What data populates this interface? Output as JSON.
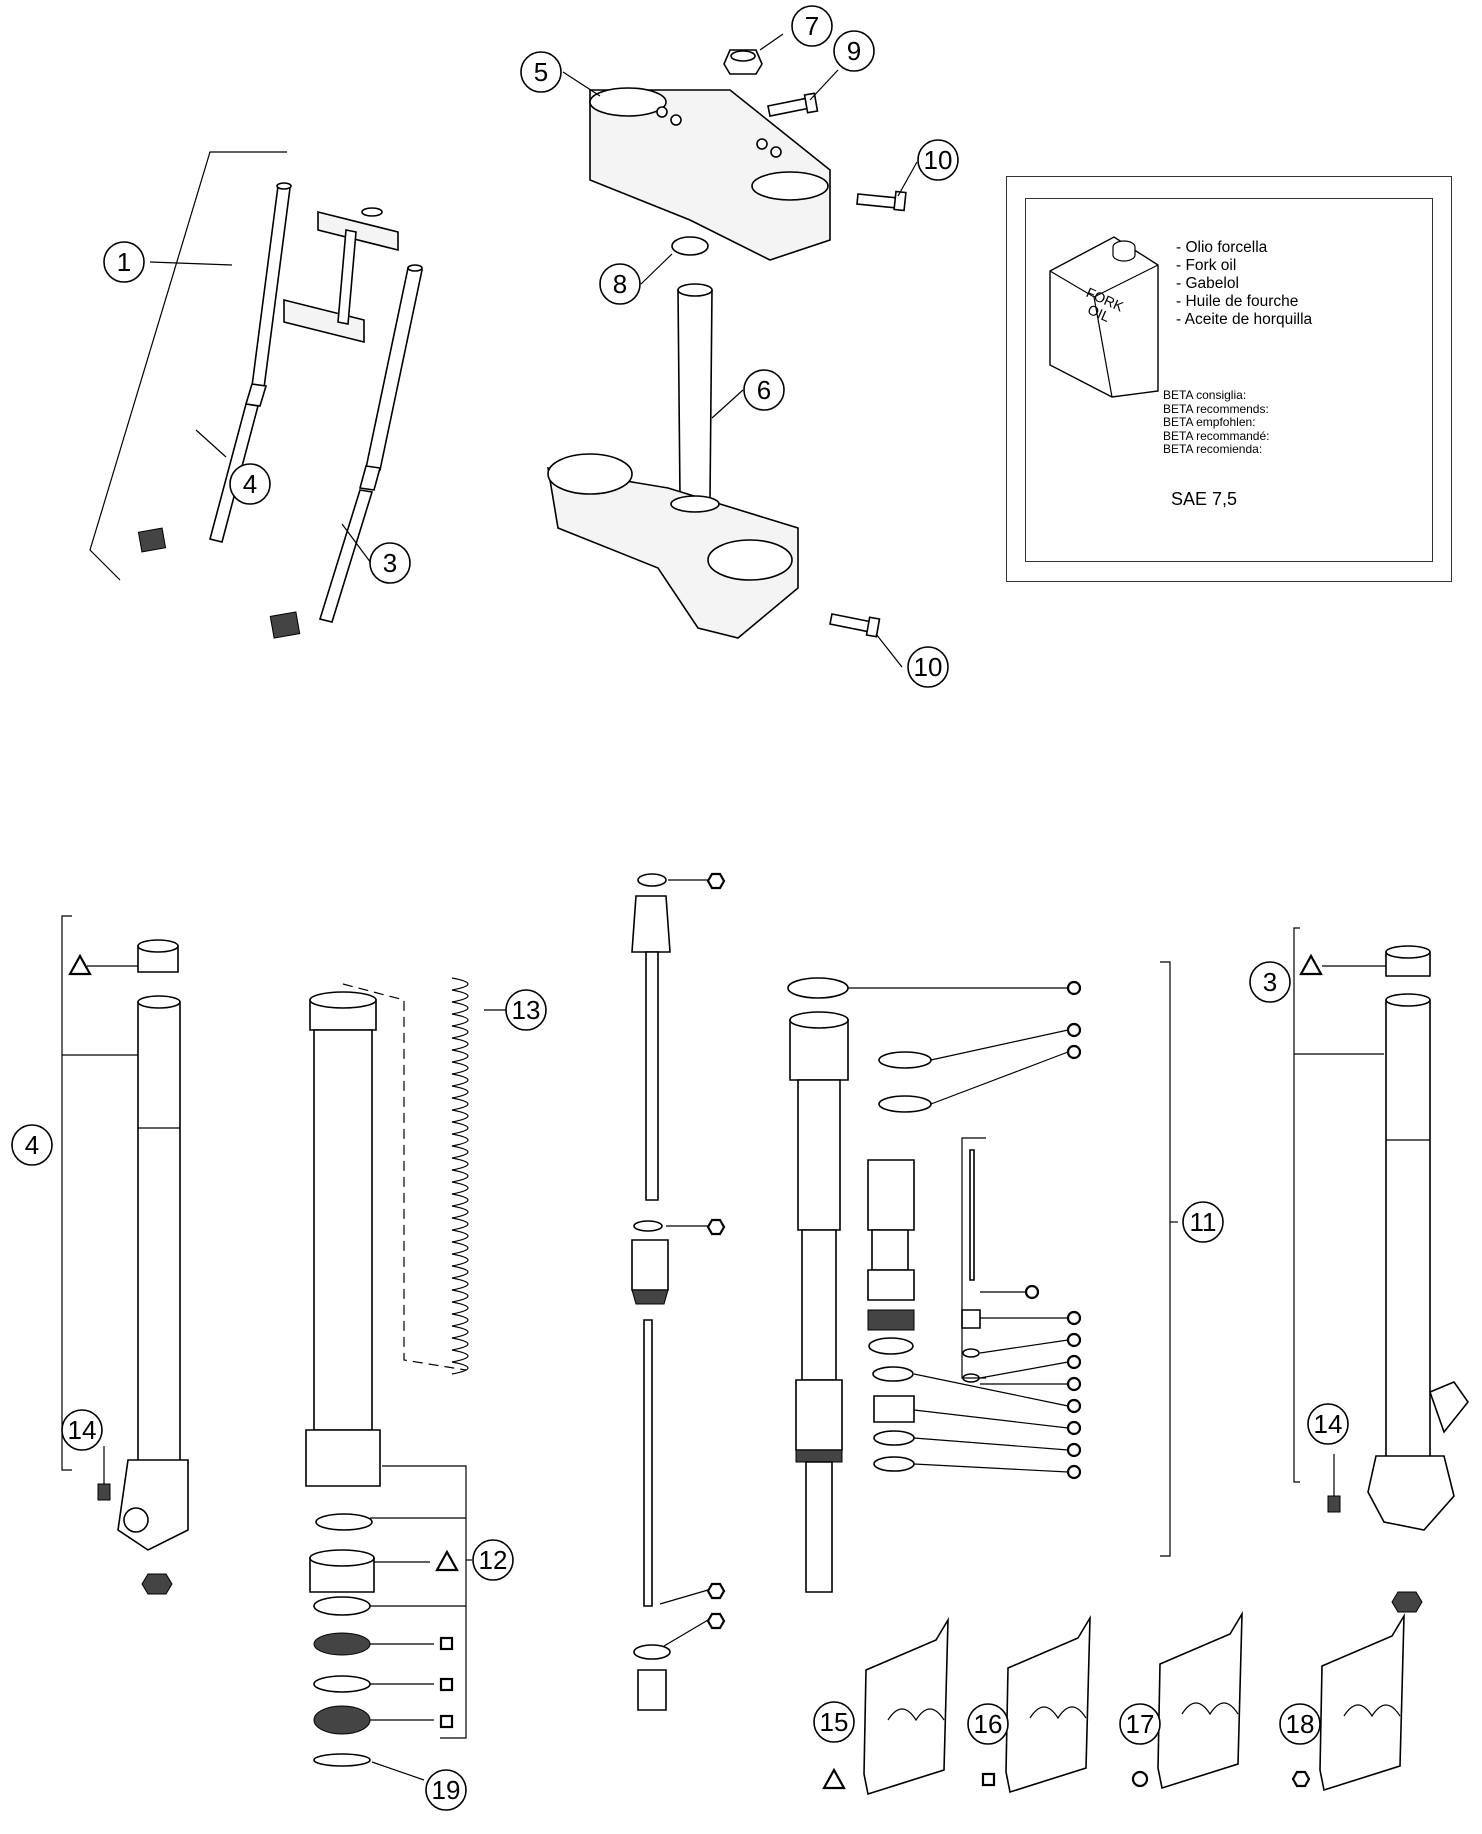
{
  "callouts": {
    "c1": "1",
    "c3a": "3",
    "c4a": "4",
    "c5": "5",
    "c6": "6",
    "c7": "7",
    "c8": "8",
    "c9": "9",
    "c10a": "10",
    "c10b": "10",
    "c4b": "4",
    "c3b": "3",
    "c11": "11",
    "c12": "12",
    "c13": "13",
    "c14a": "14",
    "c14b": "14",
    "c15": "15",
    "c16": "16",
    "c17": "17",
    "c18": "18",
    "c19": "19"
  },
  "oil_panel": {
    "can_label_line1": "FORK",
    "can_label_line2": "OIL",
    "names": [
      "- Olio forcella",
      "- Fork oil",
      "- Gabelol",
      "- Huile de fourche",
      "- Aceite de horquilla"
    ],
    "recommends": [
      "BETA consiglia:",
      "BETA recommends:",
      "BETA empfohlen:",
      "BETA recommandé:",
      "BETA recomienda:"
    ],
    "grade": "SAE 7,5"
  },
  "kit_symbols": {
    "15": "triangle",
    "16": "square",
    "17": "circle",
    "18": "hexagon"
  }
}
